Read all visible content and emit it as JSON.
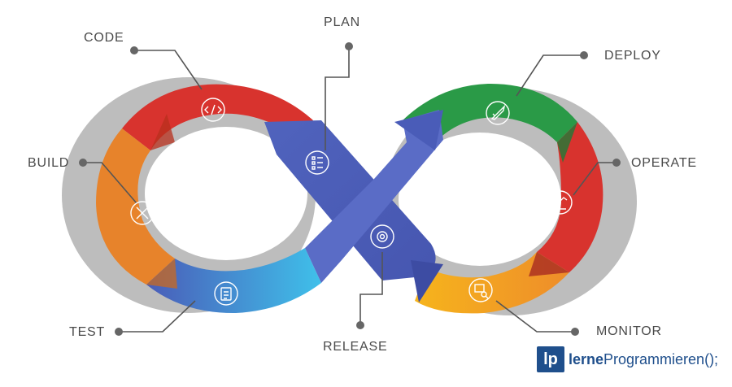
{
  "stages": {
    "plan": "PLAN",
    "code": "CODE",
    "build": "BUILD",
    "test": "TEST",
    "release": "RELEASE",
    "deploy": "DEPLOY",
    "operate": "OPERATE",
    "monitor": "MONITOR"
  },
  "logo": {
    "badge": "lp",
    "word_bold": "lerne",
    "word_rest": "Programmieren();"
  },
  "colors": {
    "code": "#d8332e",
    "build": "#e7832b",
    "test_start": "#4a5cb8",
    "test_end": "#3fc0ea",
    "plan_release": "#4b5bb5",
    "deploy": "#2a9a47",
    "operate": "#d8332e",
    "monitor": "#f6b41c",
    "shadow": "#b9b9b9",
    "connector": "#555555"
  },
  "icons": {
    "code": "code-brackets-icon",
    "plan": "checklist-icon",
    "build": "tools-icon",
    "test": "clipboard-icon",
    "release": "gear-icon",
    "deploy": "rocket-icon",
    "operate": "robot-arm-icon",
    "monitor": "chart-magnifier-icon"
  }
}
